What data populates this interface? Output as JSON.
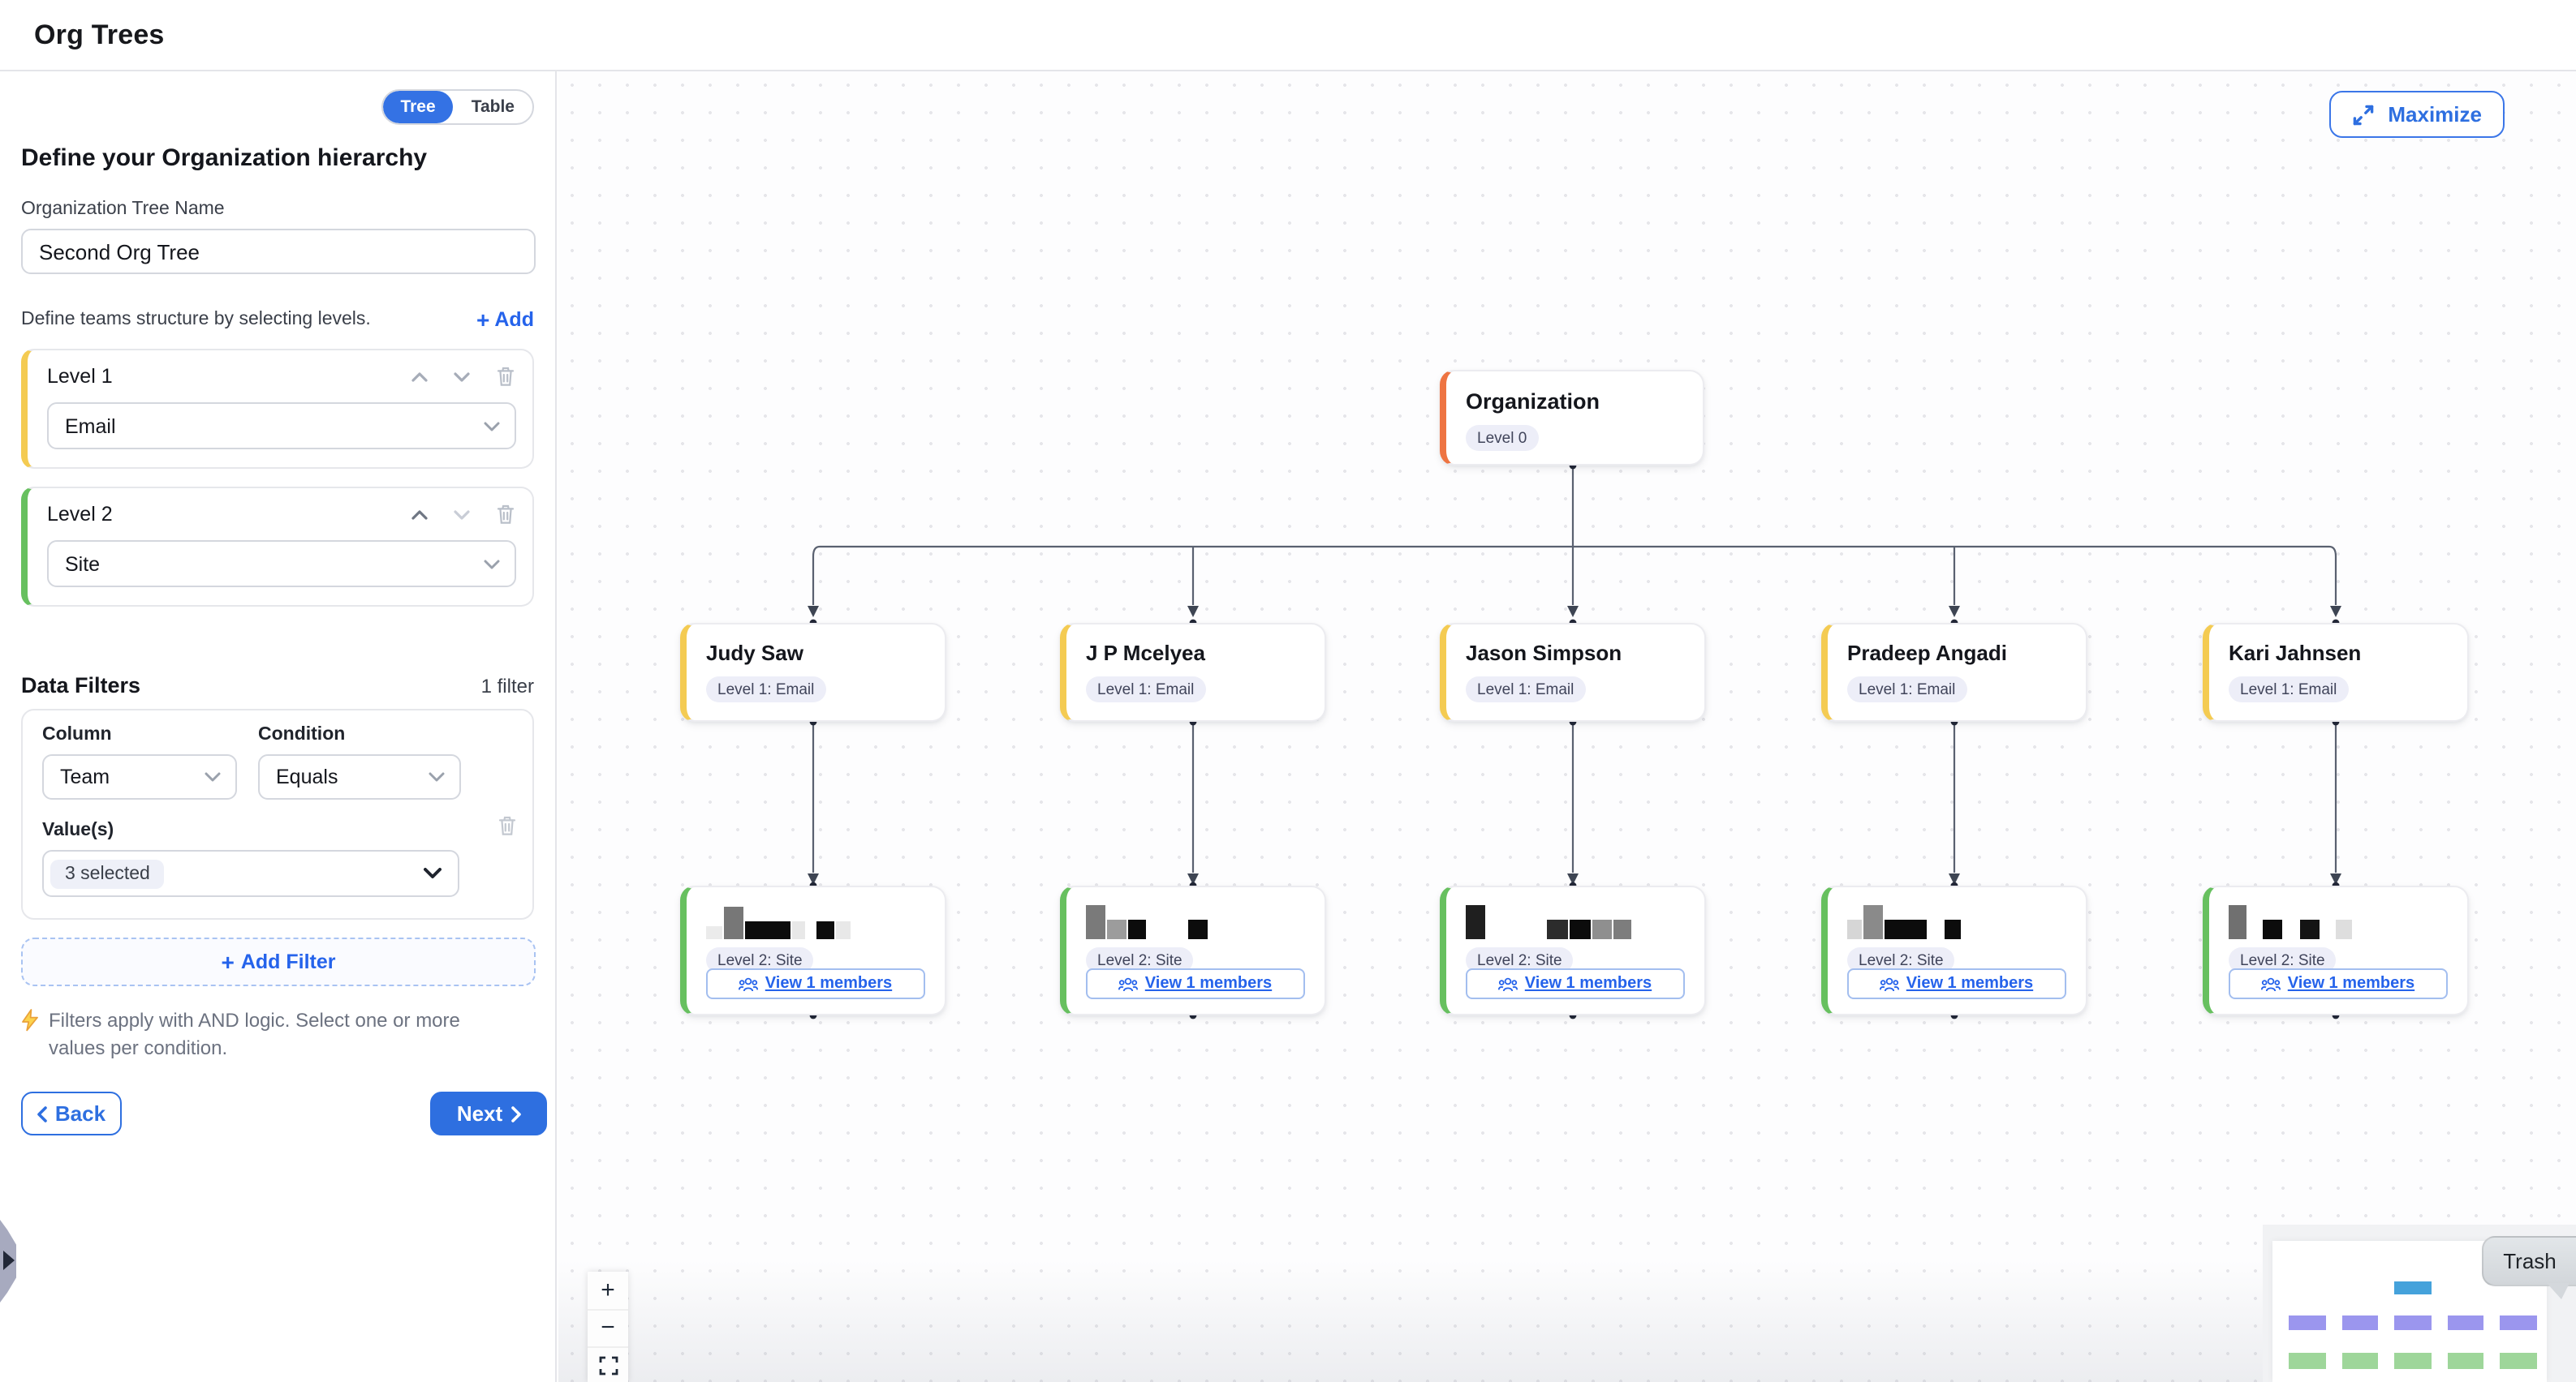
{
  "header": {
    "title": "Org Trees"
  },
  "panel": {
    "view_toggle": {
      "tree_label": "Tree",
      "table_label": "Table"
    },
    "heading": "Define your Organization hierarchy",
    "tree_name": {
      "label": "Organization Tree Name",
      "value": "Second Org Tree"
    },
    "levels_note": "Define teams structure by selecting levels.",
    "add_label": "Add",
    "plus_glyph": "+",
    "levels": [
      {
        "label": "Level 1",
        "value": "Email",
        "accent_color": "#F4CB52"
      },
      {
        "label": "Level 2",
        "value": "Site",
        "accent_color": "#67C05F"
      }
    ],
    "filters": {
      "title": "Data Filters",
      "count_label": "1 filter",
      "column_label": "Column",
      "column_value": "Team",
      "condition_label": "Condition",
      "condition_value": "Equals",
      "values_label": "Value(s)",
      "values_value": "3 selected",
      "add_filter_label": "Add Filter",
      "note": "Filters apply with AND logic. Select one or more values per condition."
    },
    "back_label": "Back",
    "next_label": "Next"
  },
  "canvas": {
    "maximize_label": "Maximize",
    "root": {
      "title": "Organization",
      "badge": "Level 0",
      "accent_color": "#EE7442"
    },
    "level1_accent_color": "#F4CB52",
    "level2_accent_color": "#67C05F",
    "level1_nodes": [
      {
        "title": "Judy Saw",
        "badge": "Level 1: Email"
      },
      {
        "title": "J P Mcelyea",
        "badge": "Level 1: Email"
      },
      {
        "title": "Jason Simpson",
        "badge": "Level 1: Email"
      },
      {
        "title": "Pradeep Angadi",
        "badge": "Level 1: Email"
      },
      {
        "title": "Kari Jahnsen",
        "badge": "Level 1: Email"
      }
    ],
    "level2_nodes": [
      {
        "badge": "Level 2: Site",
        "button_label": "View 1 members",
        "redaction": [
          {
            "w": 10,
            "h": 8,
            "c": "#ebebeb"
          },
          {
            "w": 12,
            "h": 20,
            "c": "#777777"
          },
          {
            "w": 28,
            "h": 11,
            "c": "#0c0c0c"
          },
          {
            "w": 8,
            "h": 11,
            "c": "#e8e8e8"
          },
          {
            "w": 5,
            "h": 0,
            "c": "t"
          },
          {
            "w": 11,
            "h": 11,
            "c": "#0c0c0c"
          },
          {
            "w": 9,
            "h": 11,
            "c": "#e8e8e8"
          }
        ]
      },
      {
        "badge": "Level 2: Site",
        "button_label": "View 1 members",
        "redaction": [
          {
            "w": 12,
            "h": 21,
            "c": "#7a7a7a"
          },
          {
            "w": 12,
            "h": 12,
            "c": "#9c9c9c"
          },
          {
            "w": 11,
            "h": 12,
            "c": "#0c0c0c"
          },
          {
            "w": 24,
            "h": 0,
            "c": "t"
          },
          {
            "w": 12,
            "h": 12,
            "c": "#0c0c0c"
          }
        ]
      },
      {
        "badge": "Level 2: Site",
        "button_label": "View 1 members",
        "redaction": [
          {
            "w": 12,
            "h": 21,
            "c": "#1f1f1f"
          },
          {
            "w": 36,
            "h": 0,
            "c": "t"
          },
          {
            "w": 13,
            "h": 12,
            "c": "#2c2c2c"
          },
          {
            "w": 13,
            "h": 12,
            "c": "#0c0c0c"
          },
          {
            "w": 12,
            "h": 12,
            "c": "#8f8f8f"
          },
          {
            "w": 11,
            "h": 12,
            "c": "#7d7d7d"
          }
        ]
      },
      {
        "badge": "Level 2: Site",
        "button_label": "View 1 members",
        "redaction": [
          {
            "w": 9,
            "h": 12,
            "c": "#d6d6d6"
          },
          {
            "w": 12,
            "h": 21,
            "c": "#8a8a8a"
          },
          {
            "w": 26,
            "h": 12,
            "c": "#0c0c0c"
          },
          {
            "w": 9,
            "h": 0,
            "c": "t"
          },
          {
            "w": 10,
            "h": 12,
            "c": "#0c0c0c"
          }
        ]
      },
      {
        "badge": "Level 2: Site",
        "button_label": "View 1 members",
        "redaction": [
          {
            "w": 11,
            "h": 21,
            "c": "#707070"
          },
          {
            "w": 8,
            "h": 0,
            "c": "t"
          },
          {
            "w": 12,
            "h": 12,
            "c": "#0c0c0c"
          },
          {
            "w": 9,
            "h": 0,
            "c": "t"
          },
          {
            "w": 12,
            "h": 12,
            "c": "#141414"
          },
          {
            "w": 8,
            "h": 0,
            "c": "t"
          },
          {
            "w": 10,
            "h": 12,
            "c": "#dedede"
          }
        ]
      }
    ],
    "tooltip_label": "Trash",
    "zoom_in_label": "+",
    "zoom_out_label": "−",
    "minimap": {
      "root_color": "#45A2DB",
      "level1_color": "#9B96EE",
      "level2_color": "#9ED69A",
      "level1_count": 5,
      "level2_count": 5
    }
  }
}
